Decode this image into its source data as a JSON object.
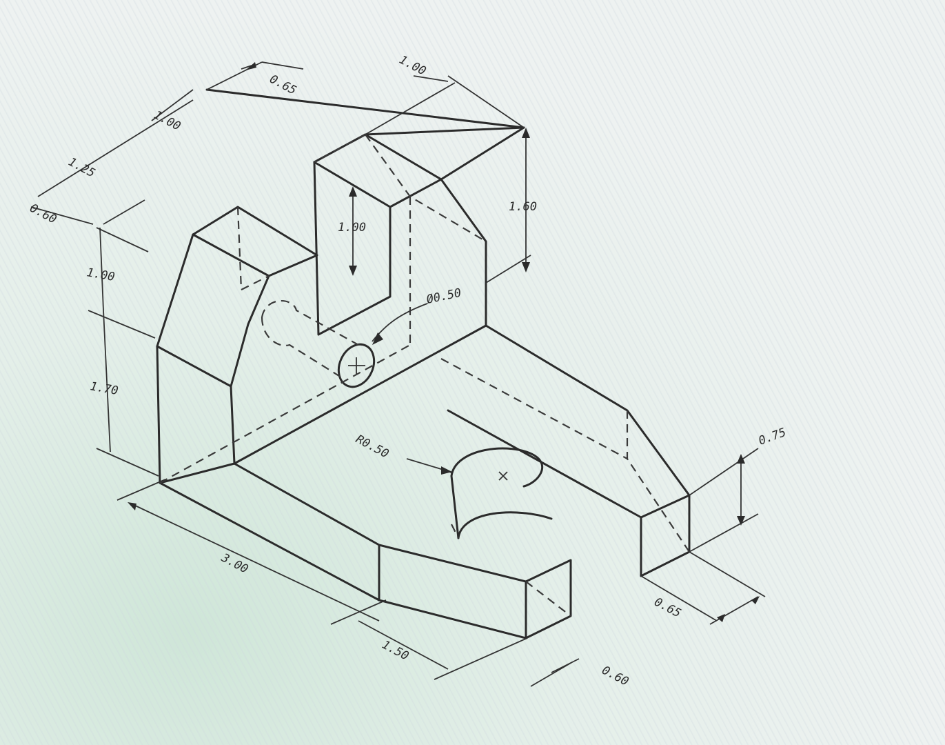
{
  "dimensions": {
    "top_0_65": "0.65",
    "top_1_00_right": "1.00",
    "left_1_00": "1.00",
    "left_1_25": "1.25",
    "left_0_60": "0.60",
    "slot_1_00": "1.00",
    "height_1_60": "1.60",
    "hole_dia": "Ø0.50",
    "vert_1_00": "1.00",
    "vert_1_70": "1.70",
    "radius": "R0.50",
    "rib_0_75": "0.75",
    "base_3_00": "3.00",
    "base_1_50": "1.50",
    "base_0_60": "0.60",
    "rib_0_65": "0.65"
  },
  "colors": {
    "line": "#2b2b2b",
    "background": "#eef2ef"
  }
}
